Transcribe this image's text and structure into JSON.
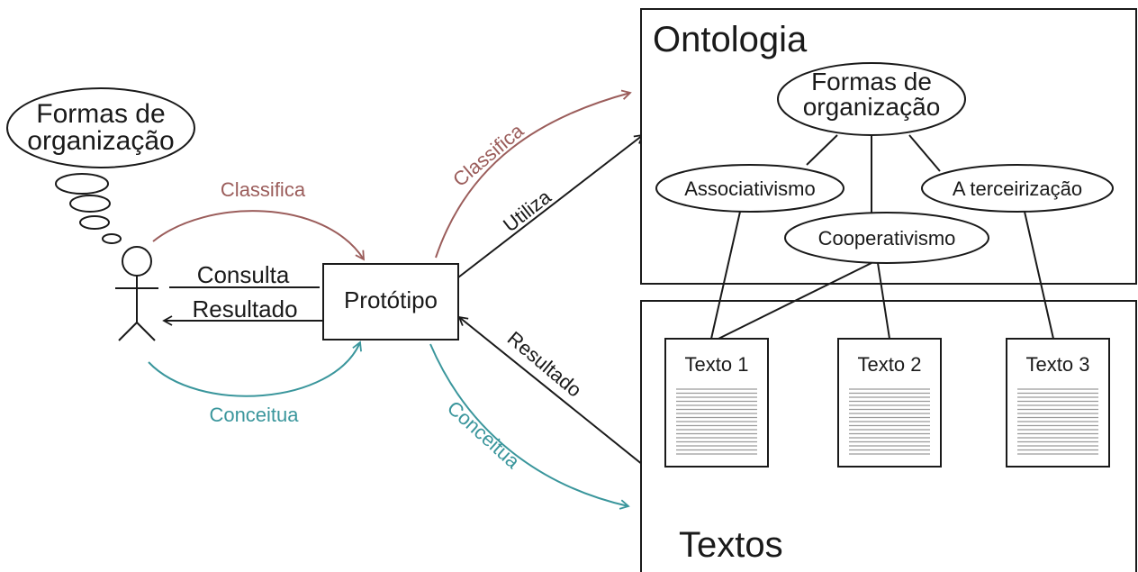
{
  "colors": {
    "ink": "#1a1a1a",
    "classifica": "#9b5d5b",
    "conceitua": "#3a969c"
  },
  "thought_bubble": {
    "line1": "Formas de",
    "line2": "organização"
  },
  "actor": {
    "icon": "stick-figure-user-icon"
  },
  "edges": {
    "classifica_left": "Classifica",
    "consulta": "Consulta",
    "resultado_left": "Resultado",
    "conceitua_left": "Conceitua",
    "classifica_right": "Classifica",
    "utiliza": "Utiliza",
    "resultado_right": "Resultado",
    "conceitua_right": "Conceitua"
  },
  "prototipo": {
    "label": "Protótipo"
  },
  "ontologia": {
    "title": "Ontologia",
    "root": {
      "line1": "Formas de",
      "line2": "organização"
    },
    "children": [
      "Associativismo",
      "Cooperativismo",
      "A terceirização"
    ]
  },
  "textos": {
    "title": "Textos",
    "docs": [
      "Texto 1",
      "Texto 2",
      "Texto 3"
    ],
    "doc_icon": "text-lines-icon"
  }
}
